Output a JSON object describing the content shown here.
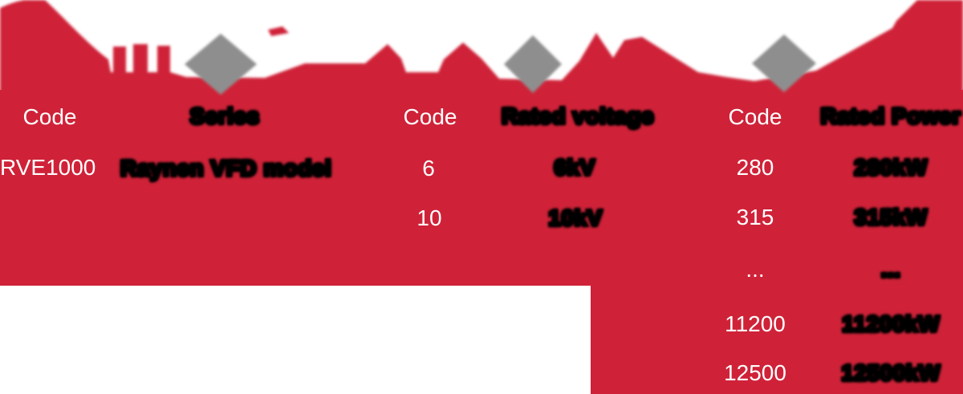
{
  "colors": {
    "banner_red": "#CF2238",
    "diamond_gray": "#8E8E8E",
    "code_text_white": "#FFFFFF",
    "label_text_black": "#000000"
  },
  "banner": {
    "separator_shape": "diamond-icon",
    "separator_count": 3,
    "note": "large red title text cut off at top edge"
  },
  "tables": {
    "series": {
      "headers": [
        "Code",
        "Series"
      ],
      "rows": [
        [
          "RVE1000",
          "Raynen VFD model"
        ]
      ]
    },
    "voltage": {
      "headers": [
        "Code",
        "Rated voltage"
      ],
      "rows": [
        [
          "6",
          "6kV"
        ],
        [
          "10",
          "10kV"
        ]
      ]
    },
    "power": {
      "headers": [
        "Code",
        "Rated Power"
      ],
      "rows": [
        [
          "280",
          "280kW"
        ],
        [
          "315",
          "315kW"
        ],
        [
          "...",
          "..."
        ],
        [
          "11200",
          "11200kW"
        ],
        [
          "12500",
          "12500kW"
        ]
      ]
    }
  }
}
